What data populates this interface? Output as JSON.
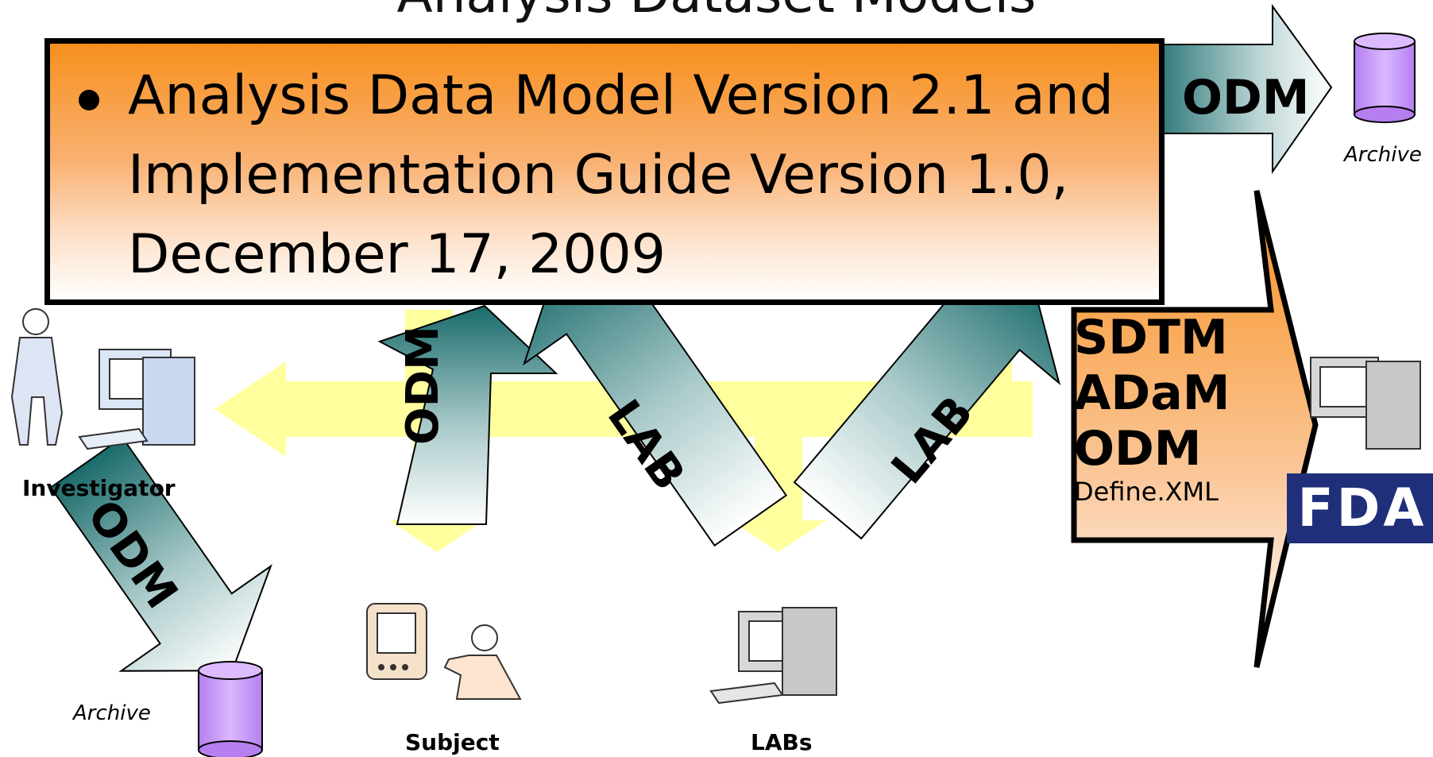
{
  "title": "Analysis Dataset Models",
  "callout": {
    "lines": [
      "Analysis Data Model Version 2.1 and",
      "Implementation Guide Version 1.0,",
      "December 17, 2009"
    ]
  },
  "arrows": {
    "top_right": "ODM",
    "subject_up": "ODM",
    "lab_left": "LAB",
    "lab_right": "LAB",
    "investigator_down": "ODM"
  },
  "submission": {
    "lines": [
      "SDTM",
      "ADaM",
      "ODM"
    ],
    "small": "Define.XML"
  },
  "labels": {
    "archive_top": "Archive",
    "archive_bottom": "Archive",
    "investigator": "Investigator",
    "subject": "Subject",
    "labs": "LABs",
    "fda": "FDA"
  },
  "colors": {
    "arrow_teal": "#1a6b6b",
    "flow_yellow": "#ffff99",
    "archive_purple": "#cc99ff",
    "callout_orange": "#f7901e",
    "fda_blue": "#1f2f7a"
  },
  "icons": [
    "person-icon",
    "computer-icon",
    "database-icon",
    "pda-icon",
    "fda-logo-icon"
  ]
}
